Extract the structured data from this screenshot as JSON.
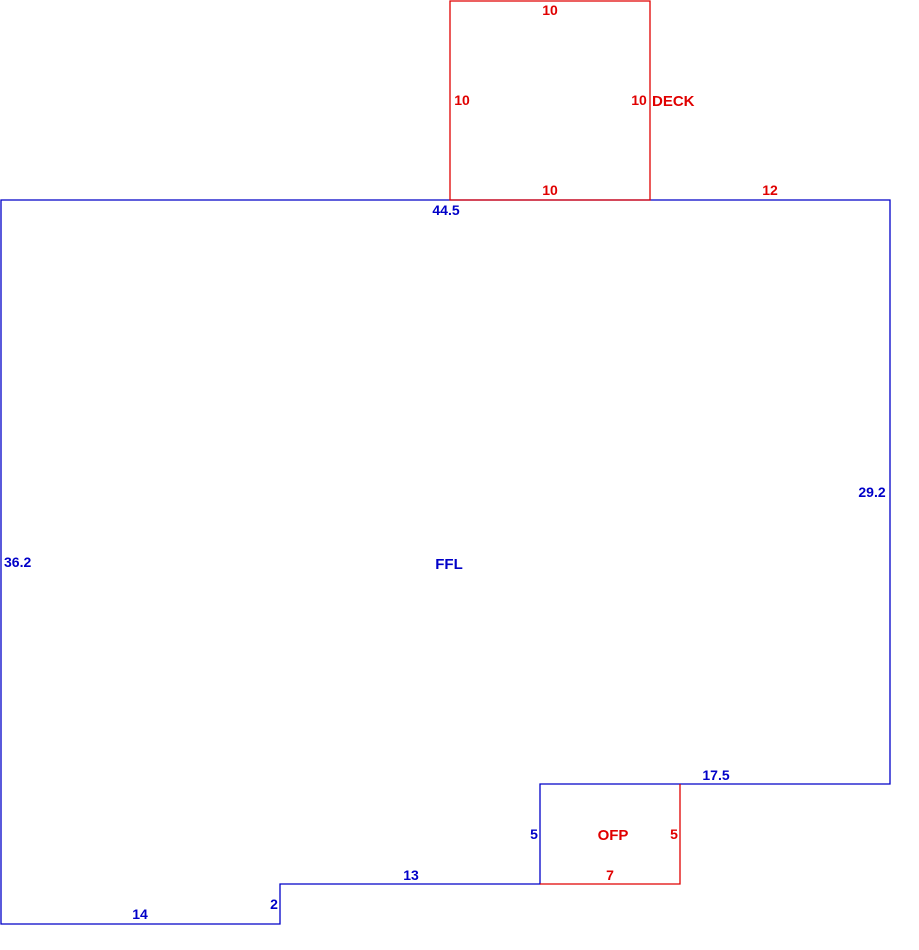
{
  "colors": {
    "main_area": "#0000c8",
    "addition": "#e00000",
    "background": "#ffffff"
  },
  "areas": {
    "ffl": {
      "label": "FFL",
      "dims": {
        "top": "44.5",
        "top_right": "12",
        "right": "29.2",
        "right_step": "17.5",
        "ofp_left": "5",
        "mid_bottom": "13",
        "step": "2",
        "bottom": "14",
        "left": "36.2"
      }
    },
    "deck": {
      "label": "DECK",
      "dims": {
        "top": "10",
        "left": "10",
        "right": "10",
        "bottom": "10"
      }
    },
    "ofp": {
      "label": "OFP",
      "dims": {
        "right": "5",
        "bottom": "7"
      }
    }
  }
}
